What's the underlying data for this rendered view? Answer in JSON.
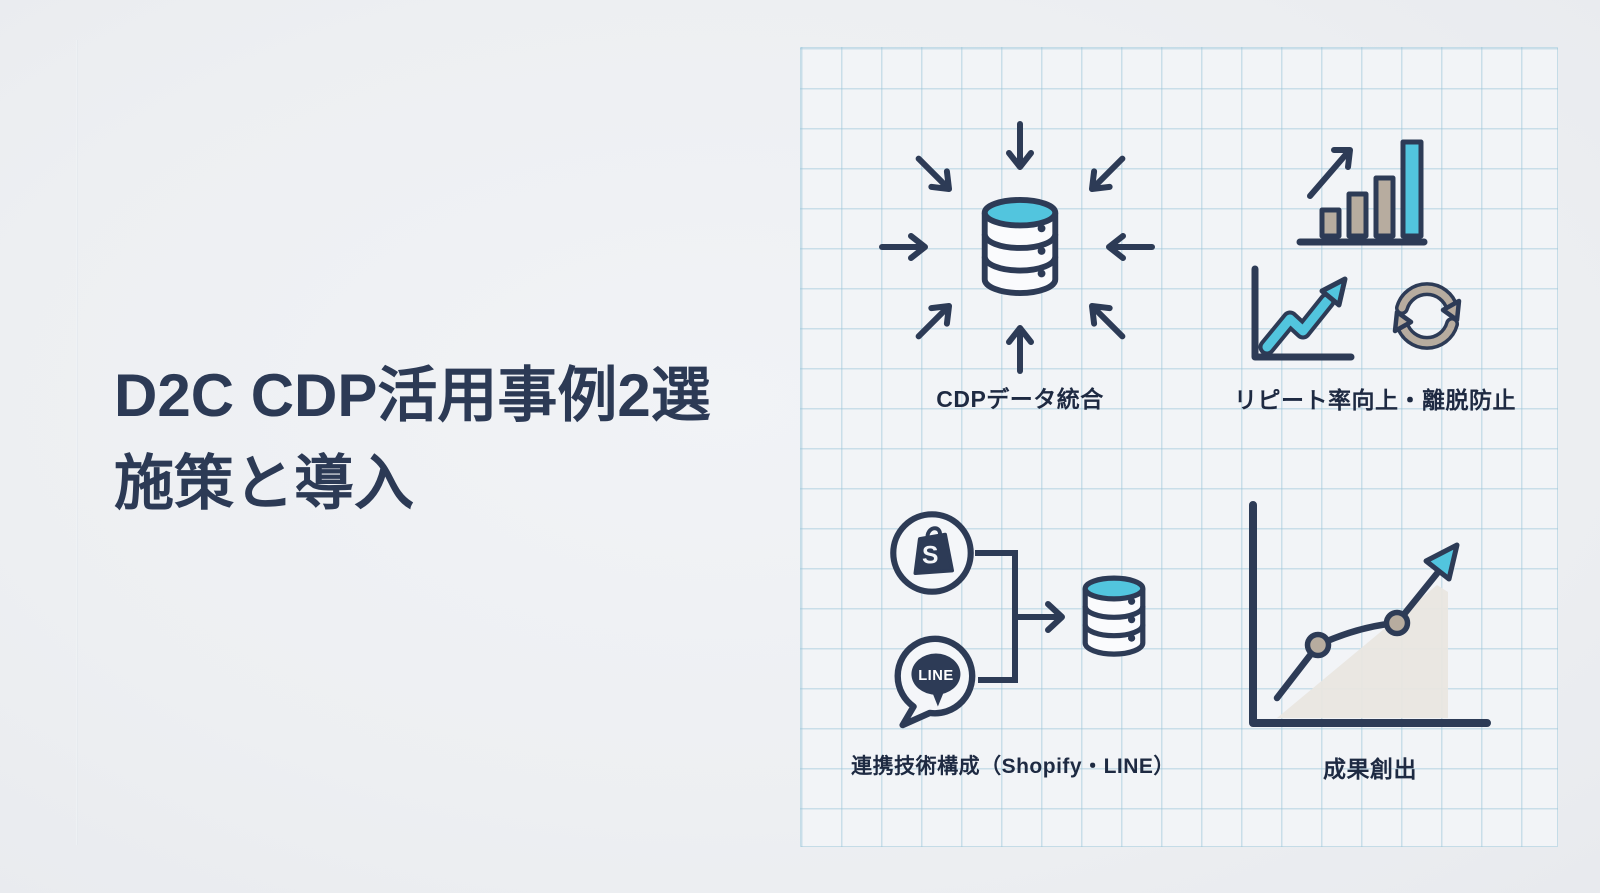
{
  "slide": {
    "title": {
      "line1": "D2C CDP活用事例2選",
      "line2": "施策と導入"
    }
  },
  "colors": {
    "background": "#edeff2",
    "panel_background": "#f2f4f7",
    "grid_line": "#9ac4d7",
    "navy": "#2d3b56",
    "cyan": "#52c5de",
    "tan": "#b7ac9f",
    "title_text": "#2c3a55",
    "label_text": "#1e2a42"
  },
  "quadrants": [
    {
      "id": "cdp-data-integration",
      "label": "CDPデータ統合"
    },
    {
      "id": "repeat-rate-churn-prevention",
      "label": "リピート率向上・離脱防止"
    },
    {
      "id": "integration-architecture",
      "label": "連携技術構成（Shopify・LINE）"
    },
    {
      "id": "results-creation",
      "label": "成果創出"
    }
  ],
  "icons": {
    "shopify_letter": "S",
    "line_text": "LINE"
  }
}
